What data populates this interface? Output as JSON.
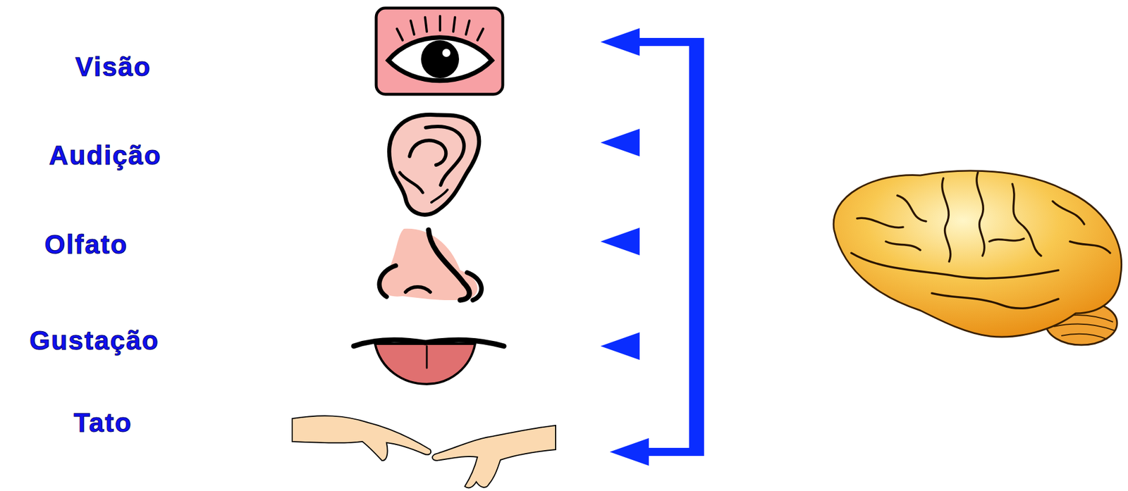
{
  "diagram": {
    "labels": [
      "Visão",
      "Audição",
      "Olfato",
      "Gustação",
      "Tato"
    ]
  }
}
